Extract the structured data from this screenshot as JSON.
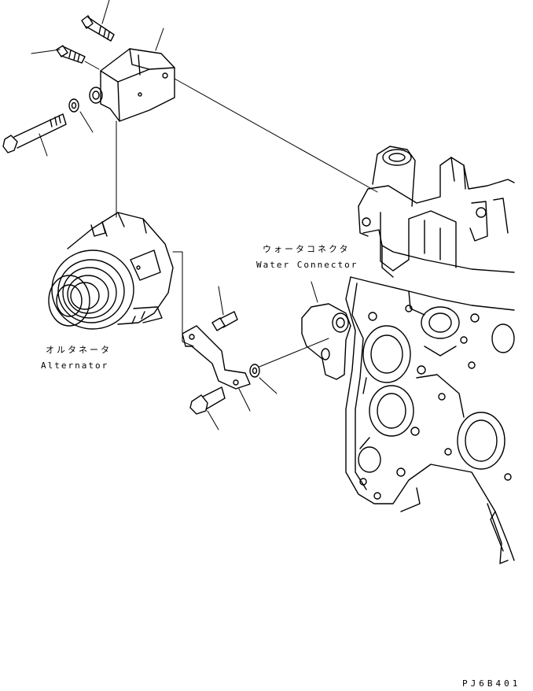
{
  "labels": {
    "water_connector_jp": "ウォータコネクタ",
    "water_connector_en": "Water Connector",
    "alternator_jp": "オルタネータ",
    "alternator_en": "Alternator",
    "figure_code": "PJ6B401"
  },
  "colors": {
    "line": "#000000",
    "background": "#ffffff"
  }
}
